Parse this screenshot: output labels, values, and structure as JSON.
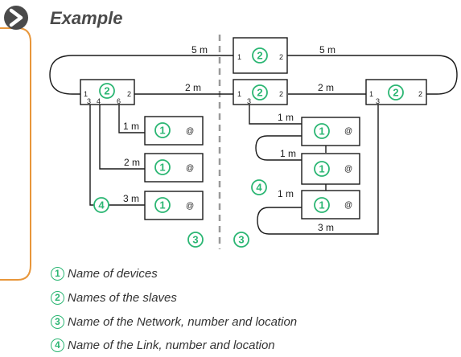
{
  "colors": {
    "accent": "#2bb673",
    "sidebar": "#e8963a",
    "header_icon": "#4a4a4a",
    "line": "#1a1a1a",
    "network_divider": "#999999"
  },
  "header": {
    "title": "Example",
    "icon": "chevron-right-circle-icon"
  },
  "diagram": {
    "master_label": "2",
    "device_label": "1",
    "network_label": "3",
    "link_label": "4",
    "at_sign": "@",
    "cables": {
      "top_left": "5 m",
      "top_right": "5 m",
      "mid_left": "2 m",
      "mid_right": "2 m",
      "dev_a": "1 m",
      "dev_b": "2 m",
      "dev_c": "3 m",
      "dev_d": "1 m",
      "dev_e": "1 m",
      "dev_f": "1 m",
      "loop": "3 m"
    },
    "ports": {
      "p1": "1",
      "p2": "2",
      "p3": "3",
      "p4": "4",
      "p6": "6"
    }
  },
  "legend": [
    {
      "num": "1",
      "text": "Name of devices"
    },
    {
      "num": "2",
      "text": "Names of the slaves"
    },
    {
      "num": "3",
      "text": "Name of the Network, number and location"
    },
    {
      "num": "4",
      "text": "Name of the Link, number and location"
    }
  ]
}
